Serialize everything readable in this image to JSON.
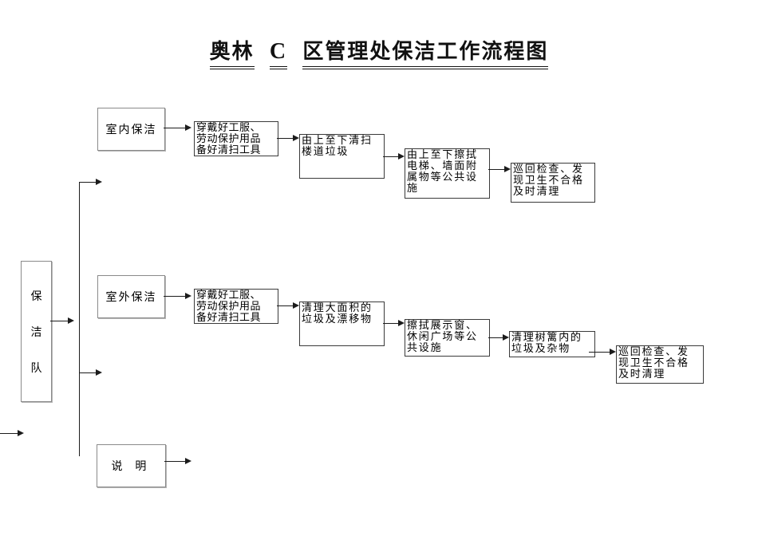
{
  "title": {
    "part1": "奥林",
    "part2": "C",
    "part3": "区管理处保洁工作流程图"
  },
  "boxes": {
    "team": {
      "label": [
        "保",
        "洁",
        "队"
      ]
    },
    "indoor": {
      "label": "室内保洁"
    },
    "outdoor": {
      "label": "室外保洁"
    },
    "note": {
      "label": "说 明"
    },
    "prep_top": {
      "lines": [
        "穿戴好工服、",
        "劳动保护用品",
        "备好清扫工具"
      ]
    },
    "sweep": {
      "lines": [
        "由上至下清扫",
        "楼道垃圾"
      ]
    },
    "wipe_elevator": {
      "lines": [
        "由上至下擦拭",
        "电梯、墙面附",
        "属物等公共设",
        "施"
      ]
    },
    "patrol_top": {
      "lines": [
        "巡回检查、发",
        "现卫生不合格",
        "及时清理"
      ]
    },
    "prep_bottom": {
      "lines": [
        "穿戴好工服、",
        "劳动保护用品",
        "备好清扫工具"
      ]
    },
    "clear_area": {
      "lines": [
        "清理大面积的",
        "垃圾及漂移物"
      ]
    },
    "wipe_window": {
      "lines": [
        "擦拭展示窗、",
        "休闲广场等公",
        "共设施"
      ]
    },
    "hedge": {
      "lines": [
        "清理树篱内的",
        "垃圾及杂物"
      ]
    },
    "patrol_bottom": {
      "lines": [
        "巡回检查、发",
        "现卫生不合格",
        "及时清理"
      ]
    }
  },
  "colors": {
    "background": "#ffffff",
    "text": "#000000",
    "connector_line": "#1c1c1c",
    "process_box_border": "#3a3a3a",
    "label_box_border": "#8a8a8a"
  }
}
